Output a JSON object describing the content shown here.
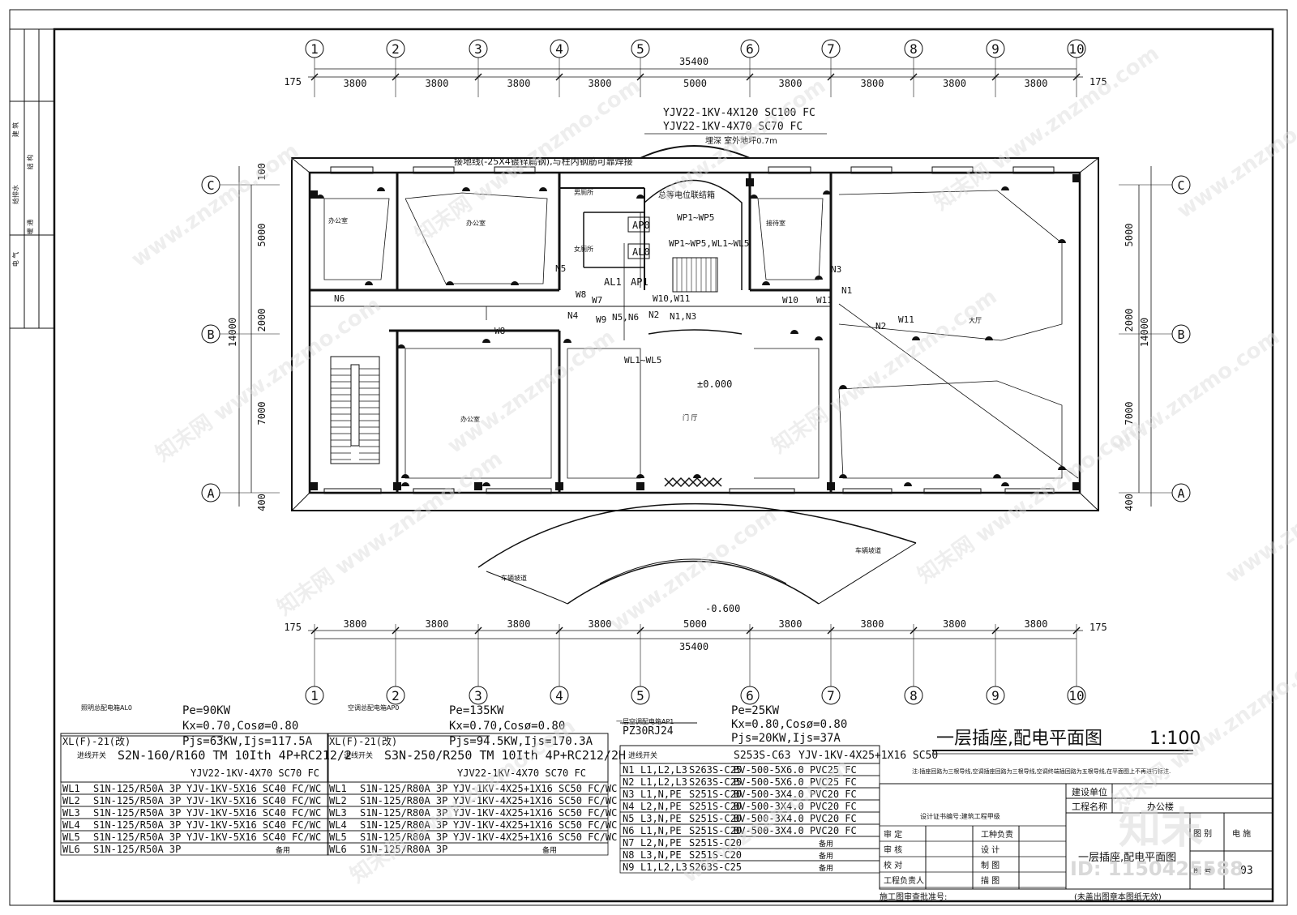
{
  "axes": {
    "numbers": [
      "1",
      "2",
      "3",
      "4",
      "5",
      "6",
      "7",
      "8",
      "9",
      "10"
    ],
    "letters": [
      "C",
      "B",
      "A"
    ]
  },
  "dims": {
    "total": "35400",
    "edge": "175",
    "spans": [
      "3800",
      "3800",
      "3800",
      "3800",
      "5000",
      "3800",
      "3800",
      "3800",
      "3800"
    ],
    "left": [
      "100",
      "5000",
      "2000",
      "7000",
      "400"
    ],
    "right": [
      "5000",
      "2000",
      "7000",
      "400"
    ],
    "height": "14000"
  },
  "feeder": {
    "cable1": "YJV22-1KV-4X120 SC100 FC",
    "cable2": "YJV22-1KV-4X70 SC70 FC",
    "depth": "埋深 室外地坪0.7m",
    "ground": "接地线(-25X4镀锌扁钢),与柱内钢筋可靠焊接",
    "equip": "总等电位联结箱"
  },
  "plan": {
    "wp": "WP1~WP5",
    "wpwl": "WP1~WP5,WL1~WL5",
    "wl": "WL1~WL5",
    "w10": "W10,W11",
    "level0": "±0.000",
    "level1": "-0.600",
    "ramp": "车辆坡道",
    "rooms": [
      "办公室",
      "办公室",
      "男厕所",
      "女厕所",
      "接待室",
      "大厅",
      "门 厅",
      "办公室"
    ],
    "panels": [
      "AP0",
      "AL0",
      "AL1",
      "AP1"
    ],
    "labels": [
      "N6",
      "N5",
      "N3",
      "N1",
      "N2",
      "N4",
      "W8",
      "W7",
      "W9",
      "W8",
      "W11",
      "W10",
      "W11",
      "N5,N6",
      "N2",
      "N1,N3"
    ]
  },
  "lighting": {
    "caption": "照明总配电箱AL0",
    "pe": "Pe=90KW",
    "kx": "Kx=0.70,Cosø=0.80",
    "pjs": "Pjs=63KW,Ijs=117.5A",
    "model": "XL(F)-21(改)",
    "switch_label": "进线开关",
    "switch": "S2N-160/R160 TM 10Ith 4P+RC212/2",
    "cable": "YJV22-1KV-4X70 SC70 FC",
    "rows": [
      {
        "id": "WL1",
        "breaker": "S1N-125/R50A 3P",
        "cable": "YJV-1KV-5X16 SC40 FC/WC"
      },
      {
        "id": "WL2",
        "breaker": "S1N-125/R50A 3P",
        "cable": "YJV-1KV-5X16 SC40 FC/WC"
      },
      {
        "id": "WL3",
        "breaker": "S1N-125/R50A 3P",
        "cable": "YJV-1KV-5X16 SC40 FC/WC"
      },
      {
        "id": "WL4",
        "breaker": "S1N-125/R50A 3P",
        "cable": "YJV-1KV-5X16 SC40 FC/WC"
      },
      {
        "id": "WL5",
        "breaker": "S1N-125/R50A 3P",
        "cable": "YJV-1KV-5X16 SC40 FC/WC"
      },
      {
        "id": "WL6",
        "breaker": "S1N-125/R50A 3P",
        "cable": "备用"
      }
    ]
  },
  "aircon": {
    "caption": "空调总配电箱AP0",
    "pe": "Pe=135KW",
    "kx": "Kx=0.70,Cosø=0.80",
    "pjs": "Pjs=94.5KW,Ijs=170.3A",
    "model": "XL(F)-21(改)",
    "switch_label": "进线开关",
    "switch": "S3N-250/R250 TM 10Ith 4P+RC212/2H",
    "cable": "YJV22-1KV-4X70 SC70 FC",
    "rows": [
      {
        "id": "WL1",
        "breaker": "S1N-125/R80A 3P",
        "cable": "YJV-1KV-4X25+1X16 SC50 FC/WC"
      },
      {
        "id": "WL2",
        "breaker": "S1N-125/R80A 3P",
        "cable": "YJV-1KV-4X25+1X16 SC50 FC/WC"
      },
      {
        "id": "WL3",
        "breaker": "S1N-125/R80A 3P",
        "cable": "YJV-1KV-4X25+1X16 SC50 FC/WC"
      },
      {
        "id": "WL4",
        "breaker": "S1N-125/R80A 3P",
        "cable": "YJV-1KV-4X25+1X16 SC50 FC/WC"
      },
      {
        "id": "WL5",
        "breaker": "S1N-125/R80A 3P",
        "cable": "YJV-1KV-4X25+1X16 SC50 FC/WC"
      },
      {
        "id": "WL6",
        "breaker": "S1N-125/R80A 3P",
        "cable": "备用"
      }
    ]
  },
  "ap1": {
    "caption": "一层空调配电箱AP1",
    "model": "PZ30RJ24",
    "pe": "Pe=25KW",
    "kx": "Kx=0.80,Cosø=0.80",
    "pjs": "Pjs=20KW,Ijs=37A",
    "switch_label": "进线开关",
    "switch": "S253S-C63",
    "cable": "YJV-1KV-4X25+1X16 SC50",
    "rows": [
      {
        "id": "N1",
        "phase": "L1,L2,L3",
        "breaker": "S263S-C25",
        "cable": "BV-500-5X6.0 PVC25 FC"
      },
      {
        "id": "N2",
        "phase": "L1,L2,L3",
        "breaker": "S263S-C25",
        "cable": "BV-500-5X6.0 PVC25 FC"
      },
      {
        "id": "N3",
        "phase": "L1,N,PE",
        "breaker": "S251S-C20",
        "cable": "BV-500-3X4.0 PVC20 FC"
      },
      {
        "id": "N4",
        "phase": "L2,N,PE",
        "breaker": "S251S-C20",
        "cable": "BV-500-3X4.0 PVC20 FC"
      },
      {
        "id": "N5",
        "phase": "L3,N,PE",
        "breaker": "S251S-C20",
        "cable": "BV-500-3X4.0 PVC20 FC"
      },
      {
        "id": "N6",
        "phase": "L1,N,PE",
        "breaker": "S251S-C20",
        "cable": "BV-500-3X4.0 PVC20 FC"
      },
      {
        "id": "N7",
        "phase": "L2,N,PE",
        "breaker": "S251S-C20",
        "cable": "备用"
      },
      {
        "id": "N8",
        "phase": "L3,N,PE",
        "breaker": "S251S-C20",
        "cable": "备用"
      },
      {
        "id": "N9",
        "phase": "L1,L2,L3",
        "breaker": "S263S-C25",
        "cable": "备用"
      }
    ]
  },
  "title": {
    "main": "一层插座,配电平面图",
    "scale": "1:100",
    "note": "注:插座回路为三根导线,空调插座回路为三根导线,空调终端插回路为五根导线,在平面图上不再进行标注.",
    "cert": "设计证书编号:建筑工程甲级",
    "client_label": "建设单位",
    "project_label": "工程名称",
    "project_value": "办公楼",
    "roles": [
      "审  定",
      "审  核",
      "校  对",
      "工程负责人"
    ],
    "roles2": [
      "工种负责",
      "设  计",
      "制  图",
      "描  图"
    ],
    "drawing_name": "一层插座,配电平面图",
    "phase_label": "图  别",
    "phase_value": "电  施",
    "number_label": "图  号",
    "number_value": "03",
    "approval": "施工图审查批准号:",
    "stamp_note": "(未盖出图章本图纸无效)"
  },
  "side": {
    "items": [
      "建  筑",
      "结  构",
      "给排水",
      "暖  通",
      "电  气"
    ]
  },
  "watermark": {
    "site": "www.znzmo.com",
    "brand": "知末网",
    "logo": "知末",
    "id": "ID: 1150425588"
  }
}
